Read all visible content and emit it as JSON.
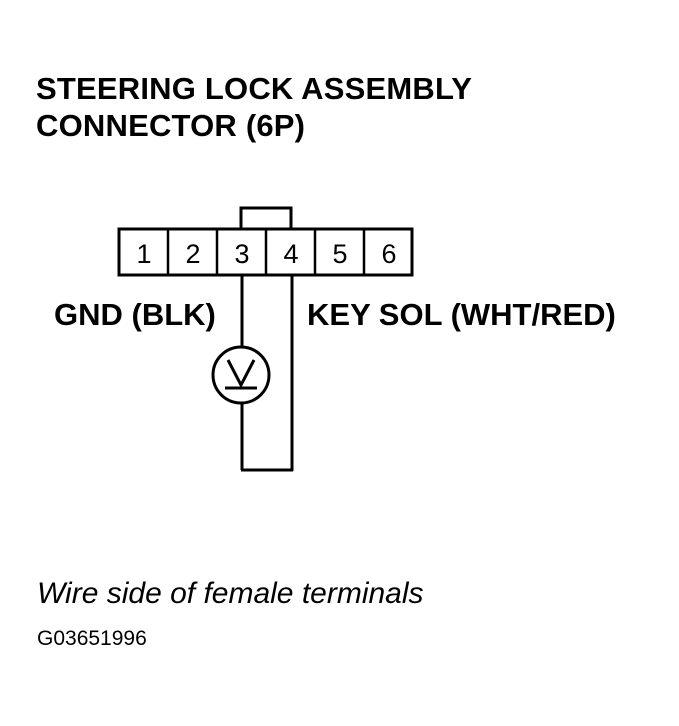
{
  "title": {
    "line1": "STEERING LOCK ASSEMBLY",
    "line2": "CONNECTOR (6P)"
  },
  "connector": {
    "pins": [
      "1",
      "2",
      "3",
      "4",
      "5",
      "6"
    ]
  },
  "labels": {
    "gnd": "GND (BLK)",
    "key_sol": "KEY SOL (WHT/RED)"
  },
  "voltmeter_icon": "voltmeter-icon",
  "caption": "Wire side of female terminals",
  "figure_code": "G03651996"
}
